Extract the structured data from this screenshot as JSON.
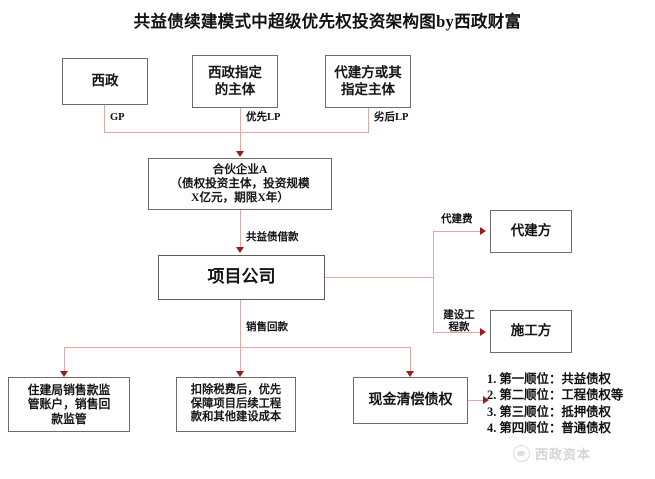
{
  "title": "共益债续建模式中超级优先权投资架构图by西政财富",
  "nodes": {
    "xizheng": "西政",
    "xizheng_designated": [
      "西政指定",
      "的主体"
    ],
    "builder_or_designated": [
      "代建方或其",
      "指定主体"
    ],
    "partnership": [
      "合伙企业A",
      "（债权投资主体，投资规模",
      "X亿元，期限X年）"
    ],
    "project_company": "项目公司",
    "agent_builder": "代建方",
    "contractor": "施工方",
    "housing_bureau_account": [
      "住建局销售款监",
      "管账户，销售回",
      "款监管"
    ],
    "after_tax_priority": [
      "扣除税费后，优先",
      "保障项目后续工程",
      "款和其他建设成本"
    ],
    "cash_settlement": "现金清偿债权"
  },
  "edge_labels": {
    "gp": "GP",
    "priority_lp": "优先LP",
    "subordinate_lp": "劣后LP",
    "public_interest_loan": "共益债借款",
    "sales_collection": "销售回款",
    "agency_fee": "代建费",
    "construction_payment": [
      "建设工",
      "程款"
    ]
  },
  "priority_list": [
    "1. 第一顺位：共益债权",
    "2. 第二顺位：工程债权等",
    "3. 第三顺位：抵押债权",
    "4. 第四顺位：普通债权"
  ],
  "watermark": {
    "text": "西政资本",
    "icon": "cloud-badge-icon"
  },
  "colors": {
    "connector": "#e2a9a5",
    "arrowhead": "#9b1c1c",
    "box_border": "#6d6d6d",
    "text": "#141414",
    "background": "#ffffff"
  }
}
